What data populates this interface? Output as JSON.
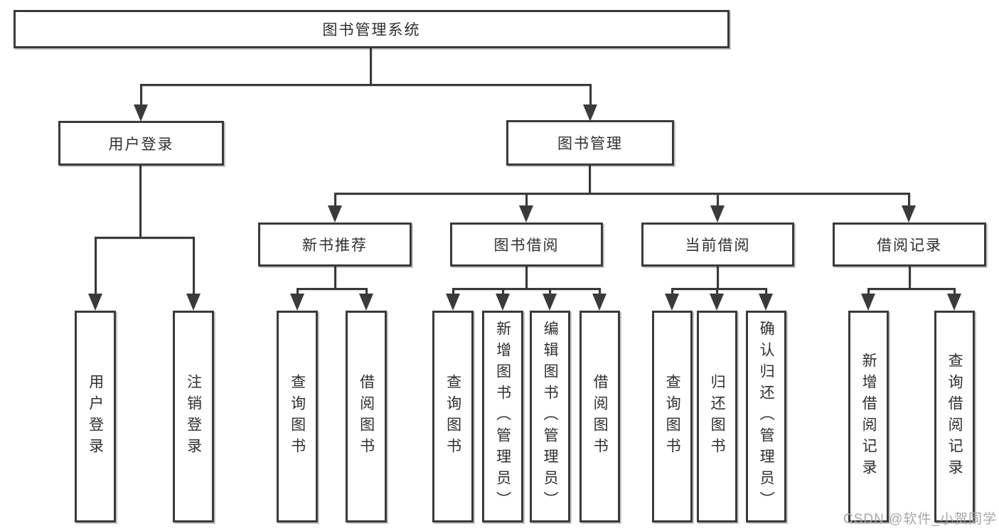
{
  "diagram": {
    "root": "图书管理系统",
    "branches": [
      {
        "label": "用户登录",
        "children": [
          {
            "label": "用户登录"
          },
          {
            "label": "注销登录"
          }
        ]
      },
      {
        "label": "图书管理",
        "children": [
          {
            "label": "新书推荐",
            "children": [
              {
                "label": "查询图书"
              },
              {
                "label": "借阅图书"
              }
            ]
          },
          {
            "label": "图书借阅",
            "children": [
              {
                "label": "查询图书"
              },
              {
                "label": "新增图书（管理员）"
              },
              {
                "label": "编辑图书（管理员）"
              },
              {
                "label": "借阅图书"
              }
            ]
          },
          {
            "label": "当前借阅",
            "children": [
              {
                "label": "查询图书"
              },
              {
                "label": "归还图书"
              },
              {
                "label": "确认归还（管理员）"
              }
            ]
          },
          {
            "label": "借阅记录",
            "children": [
              {
                "label": "新增借阅记录"
              },
              {
                "label": "查询借阅记录"
              }
            ]
          }
        ]
      }
    ]
  },
  "watermark": {
    "text": "CSDN @软件_小贺同学"
  },
  "colors": {
    "line": "#3a3a3a",
    "box_border": "#3a3a3a",
    "box_background": "#ffffff",
    "text": "#2f2f2f",
    "watermark": "#a6a6a6",
    "background": "#ffffff"
  }
}
